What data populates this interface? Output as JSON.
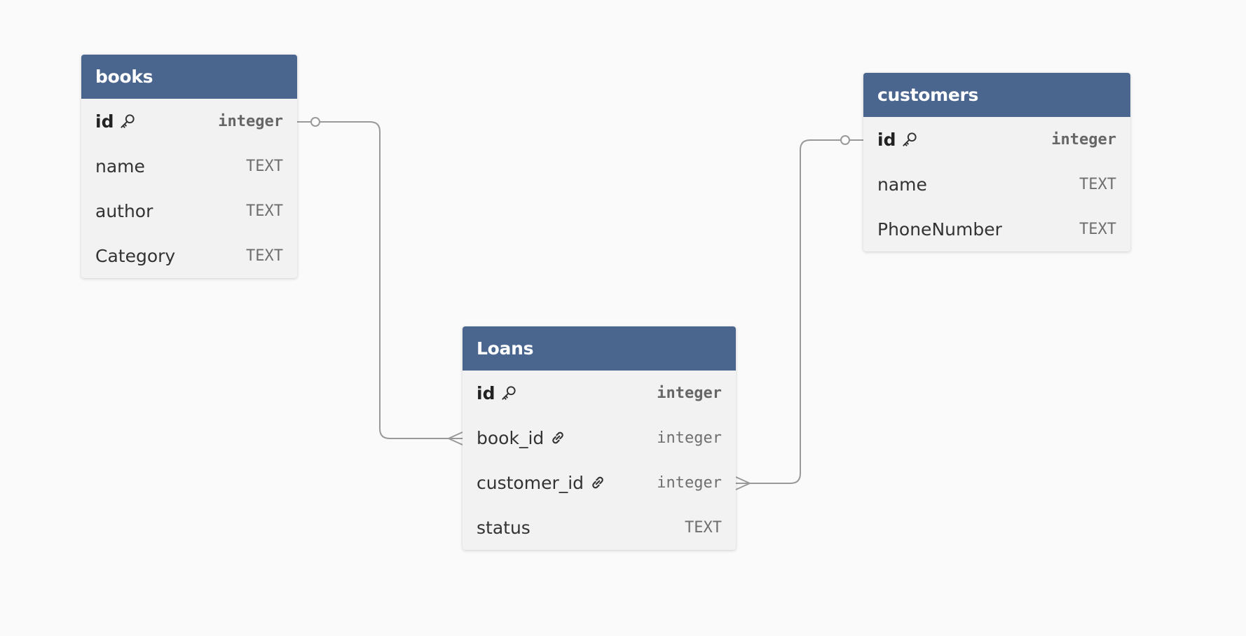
{
  "entities": [
    {
      "id": "books",
      "title": "books",
      "columns": [
        {
          "name": "id",
          "type": "integer",
          "pk": true,
          "fk": false
        },
        {
          "name": "name",
          "type": "TEXT",
          "pk": false,
          "fk": false
        },
        {
          "name": "author",
          "type": "TEXT",
          "pk": false,
          "fk": false
        },
        {
          "name": "Category",
          "type": "TEXT",
          "pk": false,
          "fk": false
        }
      ]
    },
    {
      "id": "customers",
      "title": "customers",
      "columns": [
        {
          "name": "id",
          "type": "integer",
          "pk": true,
          "fk": false
        },
        {
          "name": "name",
          "type": "TEXT",
          "pk": false,
          "fk": false
        },
        {
          "name": "PhoneNumber",
          "type": "TEXT",
          "pk": false,
          "fk": false
        }
      ]
    },
    {
      "id": "loans",
      "title": "Loans",
      "columns": [
        {
          "name": "id",
          "type": "integer",
          "pk": true,
          "fk": false
        },
        {
          "name": "book_id",
          "type": "integer",
          "pk": false,
          "fk": true
        },
        {
          "name": "customer_id",
          "type": "integer",
          "pk": false,
          "fk": true
        },
        {
          "name": "status",
          "type": "TEXT",
          "pk": false,
          "fk": false
        }
      ]
    }
  ],
  "relationships": [
    {
      "from": "books.id",
      "to": "Loans.book_id",
      "from_cardinality": "zero-or-one",
      "to_cardinality": "many"
    },
    {
      "from": "customers.id",
      "to": "Loans.customer_id",
      "from_cardinality": "zero-or-one",
      "to_cardinality": "many"
    }
  ],
  "colors": {
    "header": "#4a668f",
    "header_text": "#ffffff",
    "body": "#f2f2f2",
    "canvas": "#fafafa",
    "connector": "#999999"
  },
  "icons": {
    "primary_key": "key-icon",
    "foreign_key": "link-icon"
  }
}
